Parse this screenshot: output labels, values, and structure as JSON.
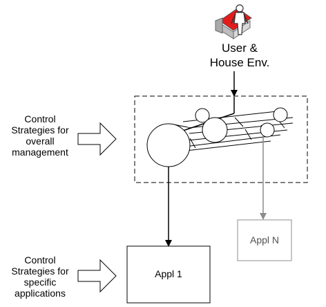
{
  "user_env": {
    "line1": "User &",
    "line2": "House Env."
  },
  "control_overall": {
    "line1": "Control",
    "line2": "Strategies for",
    "line3": "overall",
    "line4": "management"
  },
  "control_specific": {
    "line1": "Control",
    "line2": "Strategies for",
    "line3": "specific",
    "line4": "applications"
  },
  "appl_1": {
    "label": "Appl 1"
  },
  "appl_n": {
    "label": "Appl N"
  },
  "icons": {
    "user_house": "user-house-icon"
  },
  "colors": {
    "roof": "#e31b1b",
    "dim_arrow": "#8c8c8c"
  }
}
